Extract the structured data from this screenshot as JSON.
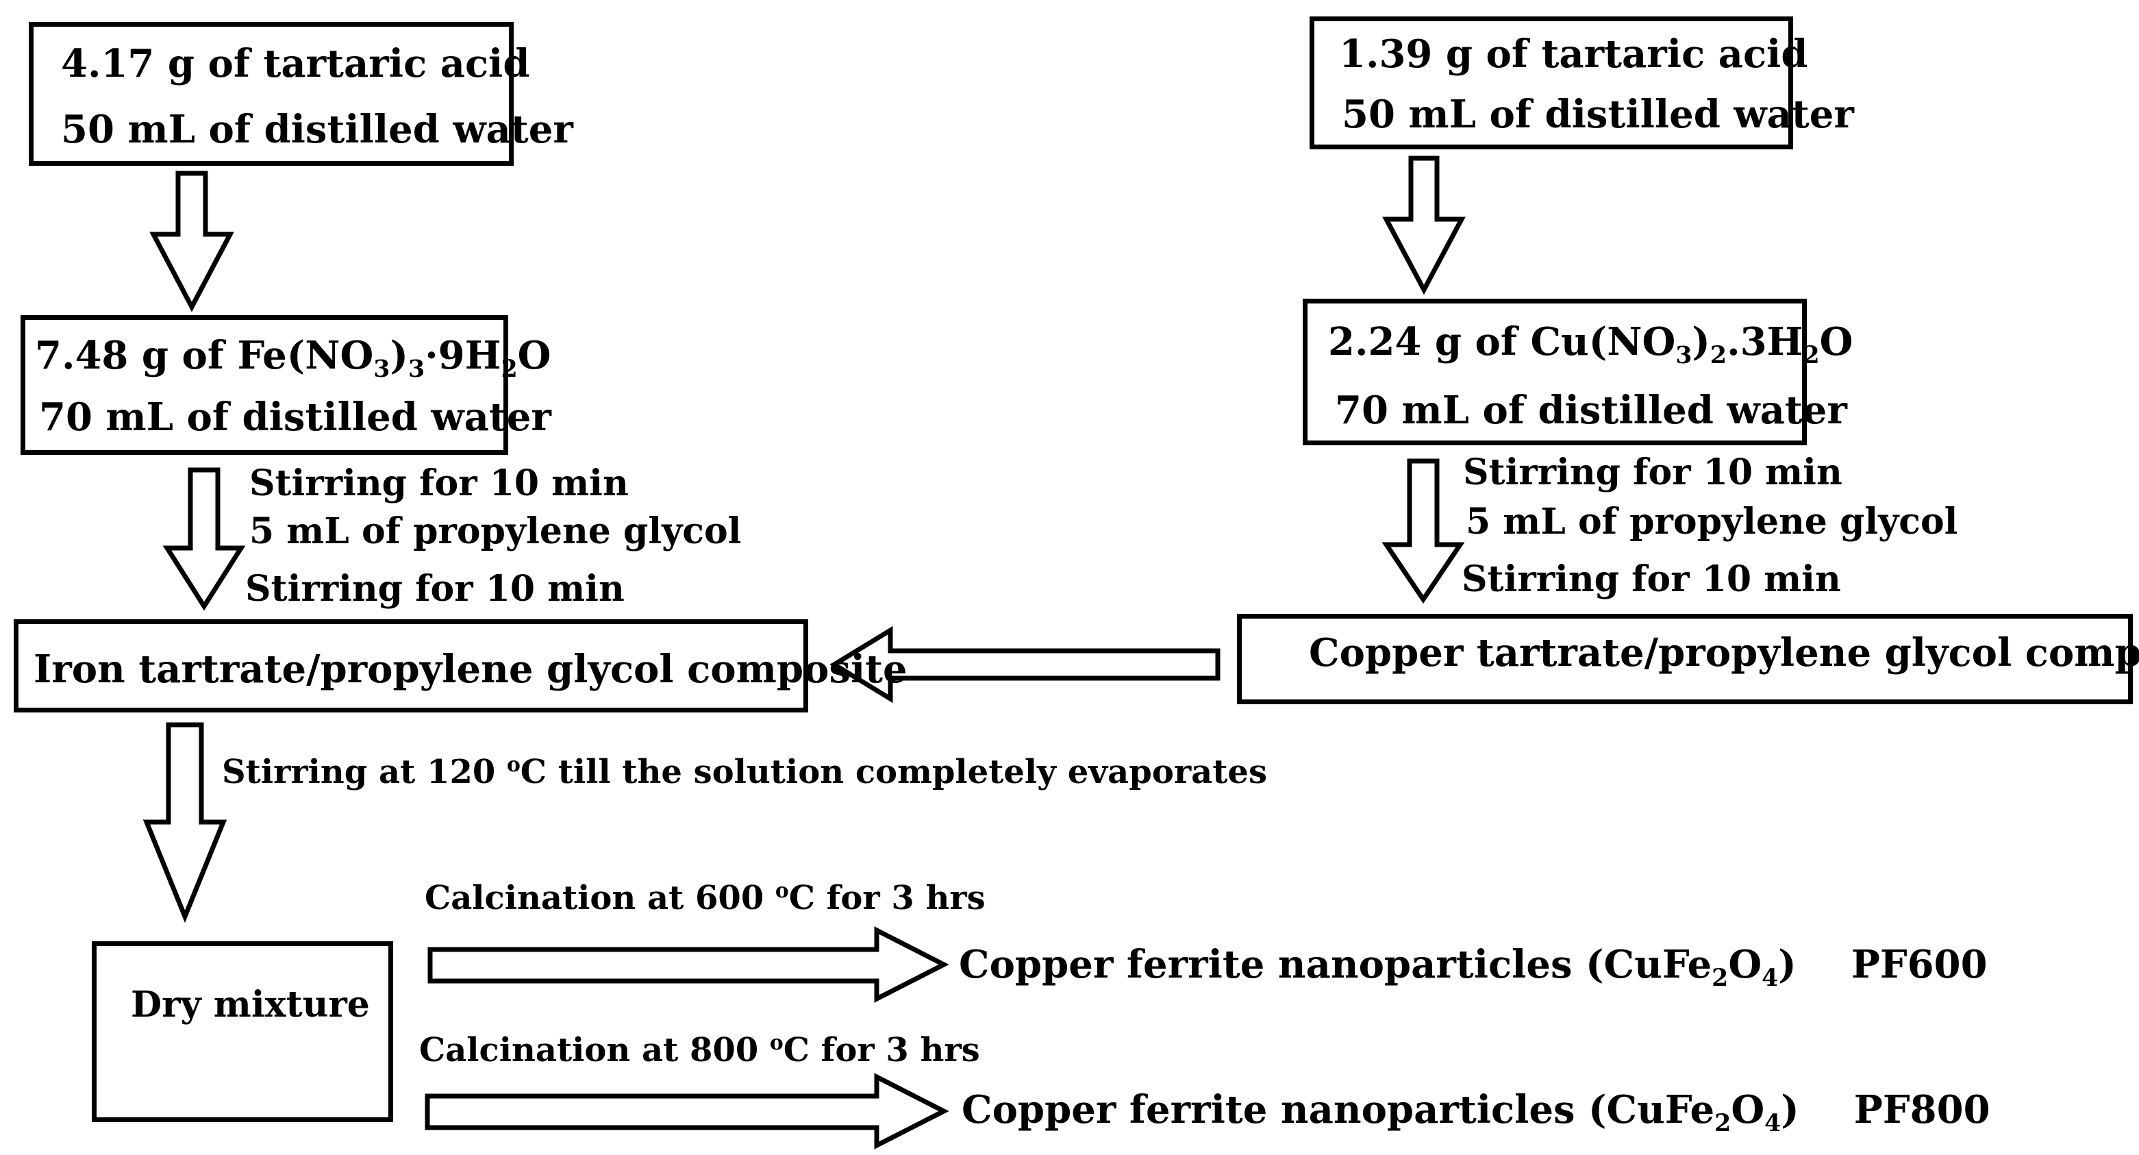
{
  "left": {
    "box1": {
      "line1": "4.17  g of tartaric acid",
      "line2": "50 mL of distilled water"
    },
    "box2": {
      "line1_a": "7.48 g of Fe(NO",
      "line1_sub1": "3",
      "line1_b": ")",
      "line1_sub2": "3",
      "line1_c": "·9H",
      "line1_sub3": "2",
      "line1_d": "O",
      "line2": "70  mL of distilled water"
    },
    "steps": [
      "Stirring for 10 min",
      "5 mL of propylene glycol",
      "Stirring for 10 min"
    ],
    "composite": "Iron tartrate/propylene glycol composite"
  },
  "right": {
    "box1": {
      "line1": "1.39  g of tartaric acid",
      "line2": "50 mL of distilled water"
    },
    "box2": {
      "line1_a": "2.24 g of Cu(NO",
      "line1_sub1": "3",
      "line1_b": ")",
      "line1_sub2": "2",
      "line1_c": ".3H",
      "line1_sub3": "2",
      "line1_d": "O",
      "line2": "70 mL of distilled water"
    },
    "steps": [
      "Stirring for 10 min",
      "5 mL of propylene glycol",
      "Stirring for 10 min"
    ],
    "composite": "Copper tartrate/propylene glycol composite"
  },
  "evaporation": {
    "text_a": "Stirring at 120 ",
    "sup": "o",
    "text_b": "C till the solution completely evaporates"
  },
  "dry_mixture": "Dry mixture",
  "calcination": [
    {
      "label_a": "Calcination at 600 ",
      "sup": "o",
      "label_b": "C for 3 hrs",
      "product_a": "Copper ferrite nanoparticles (CuFe",
      "sub1": "2",
      "product_b": "O",
      "sub2": "4",
      "product_c": ")",
      "code": "PF600"
    },
    {
      "label_a": "Calcination at 800 ",
      "sup": "o",
      "label_b": "C for 3 hrs",
      "product_a": "Copper ferrite nanoparticles (CuFe",
      "sub1": "2",
      "product_b": "O",
      "sub2": "4",
      "product_c": ")",
      "code": "PF800"
    }
  ]
}
